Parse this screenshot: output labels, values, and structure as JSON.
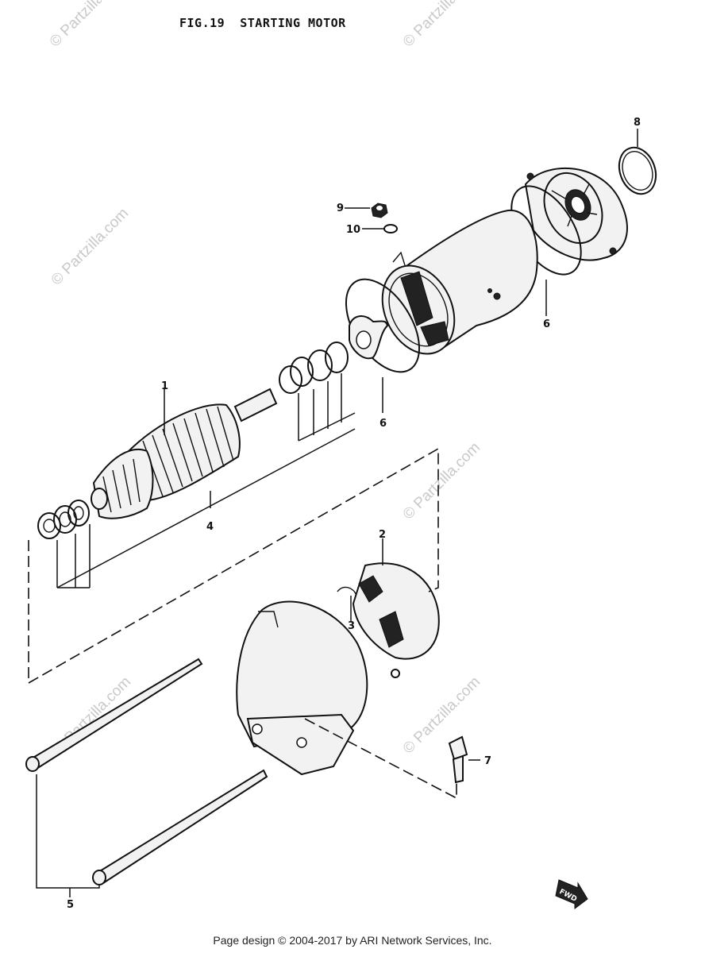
{
  "figure": {
    "title": "FIG.19  STARTING MOTOR",
    "fwd_label": "FWD"
  },
  "callouts": [
    {
      "id": "1",
      "label": "1"
    },
    {
      "id": "2",
      "label": "2"
    },
    {
      "id": "3",
      "label": "3"
    },
    {
      "id": "4",
      "label": "4"
    },
    {
      "id": "5",
      "label": "5"
    },
    {
      "id": "6a",
      "label": "6"
    },
    {
      "id": "6b",
      "label": "6"
    },
    {
      "id": "7",
      "label": "7"
    },
    {
      "id": "8",
      "label": "8"
    },
    {
      "id": "9",
      "label": "9"
    },
    {
      "id": "10",
      "label": "10"
    }
  ],
  "watermarks": [
    "© Partzilla.com",
    "© Partzilla.com",
    "© Partzilla.com",
    "© Partzilla.com",
    "© Partzilla.com",
    "© Partzilla.com",
    "© Partzilla.com"
  ],
  "footer": {
    "text": "Page design © 2004-2017 by ARI Network Services, Inc."
  }
}
